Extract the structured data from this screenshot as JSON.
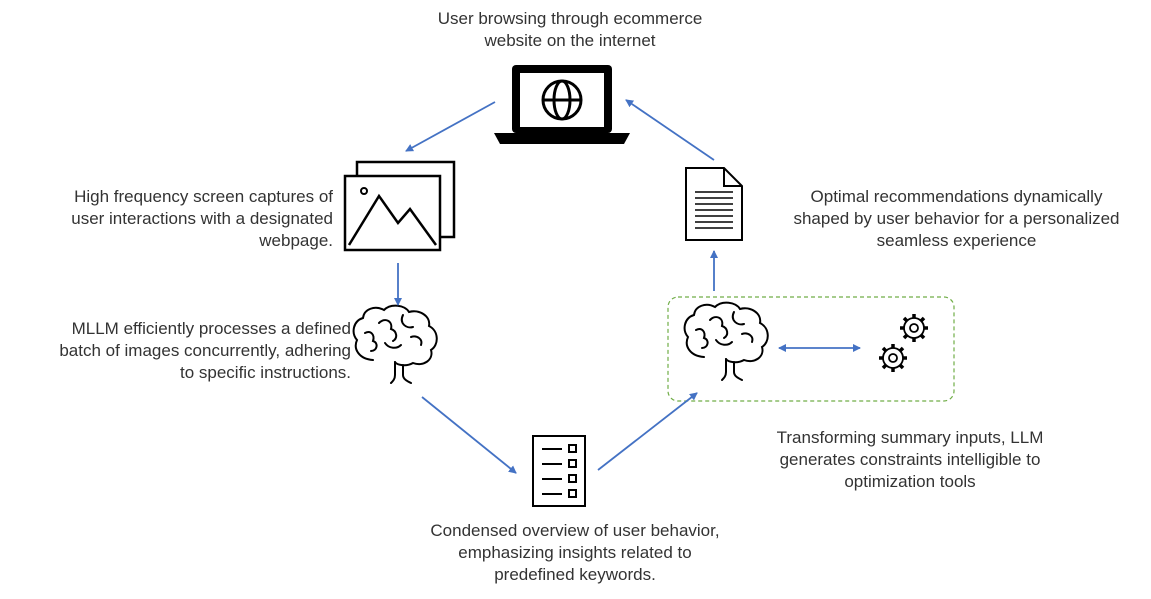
{
  "captions": {
    "browsing": "User browsing through ecommerce\nwebsite on the internet",
    "screen_captures": "High frequency screen captures of\nuser interactions with a designated\nwebpage.",
    "mllm": "MLLM efficiently processes a defined\nbatch of images concurrently, adhering\nto specific instructions.",
    "overview": "Condensed overview of user behavior,\nemphasizing insights related to\npredefined keywords.",
    "llm_constraints": "Transforming summary inputs, LLM\ngenerates constraints intelligible to\noptimization tools",
    "recommendations": "Optimal recommendations dynamically\nshaped by user behavior for a personalized\nseamless experience"
  },
  "icons": {
    "laptop": "laptop-globe-icon",
    "images": "image-stack-icon",
    "brain_left": "brain-icon",
    "checklist": "checklist-icon",
    "brain_right": "brain-icon",
    "gears": "gears-icon",
    "document": "document-icon"
  },
  "colors": {
    "arrow": "#4472c4",
    "group_border": "#70ad47",
    "icon": "#000000",
    "text": "#333333"
  }
}
